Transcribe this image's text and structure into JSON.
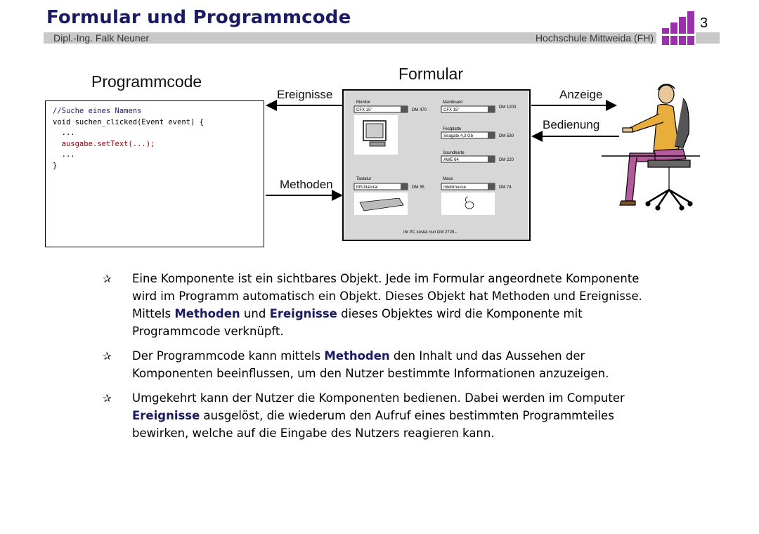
{
  "header": {
    "title": "Formular und Programmcode",
    "author": "Dipl.-Ing. Falk Neuner",
    "institution": "Hochschule Mittweida (FH)",
    "slide_number": "3",
    "logo_color": "#9b2fae"
  },
  "diagram": {
    "code_heading": "Programmcode",
    "form_heading": "Formular",
    "code_lines": [
      "//Suche eines Namens",
      "void suchen_clicked(Event event) {",
      "  ...",
      "  ausgabe.setText(...);",
      "  ...",
      "}"
    ],
    "arrows": {
      "events": "Ereignisse",
      "methods": "Methoden",
      "display": "Anzeige",
      "operation": "Bedienung"
    },
    "form_fields": {
      "monitor_label": "Monitor",
      "monitor_value": "CFX 15\"",
      "monitor_price": "DM 470",
      "mainboard_label": "Mainboard",
      "mainboard_value": "CFX 15\"",
      "mainboard_price": "DM 1200",
      "disk_label": "Festplatte",
      "disk_value": "Seagate 4,3 Gb",
      "disk_price": "DM 530",
      "sound_label": "Soundkarte",
      "sound_value": "AWE 64",
      "sound_price": "DM 220",
      "keyboard_label": "Tastatur",
      "keyboard_value": "MS-Natural",
      "keyboard_price": "DM 35",
      "mouse_label": "Maus",
      "mouse_value": "Intellimouse",
      "mouse_price": "DM 74",
      "total": "Ihr PC kostet nun DM 2728,-"
    }
  },
  "bullets": [
    {
      "parts": [
        {
          "t": "Eine Komponente ist ein sichtbares Objekt. Jede im Formular angeordnete Komponente wird im Programm automatisch ein Objekt. Dieses Objekt hat Methoden und Ereignisse. Mittels ",
          "b": false
        },
        {
          "t": "Methoden",
          "b": true
        },
        {
          "t": " und ",
          "b": false
        },
        {
          "t": "Ereignisse",
          "b": true
        },
        {
          "t": " dieses Objektes wird die Komponente mit Programmcode verknüpft.",
          "b": false
        }
      ]
    },
    {
      "parts": [
        {
          "t": "Der Programmcode kann mittels ",
          "b": false
        },
        {
          "t": "Methoden",
          "b": true
        },
        {
          "t": " den Inhalt und das Aussehen der Komponenten beeinflussen, um den Nutzer bestimmte Informationen anzuzeigen.",
          "b": false
        }
      ]
    },
    {
      "parts": [
        {
          "t": "Umgekehrt kann der Nutzer die Komponenten bedienen. Dabei werden im Computer ",
          "b": false
        },
        {
          "t": "Ereignisse",
          "b": true
        },
        {
          "t": " ausgelöst, die wiederum den Aufruf eines bestimmten Programmteiles bewirken, welche auf die Eingabe des Nutzers reagieren kann.",
          "b": false
        }
      ]
    }
  ]
}
